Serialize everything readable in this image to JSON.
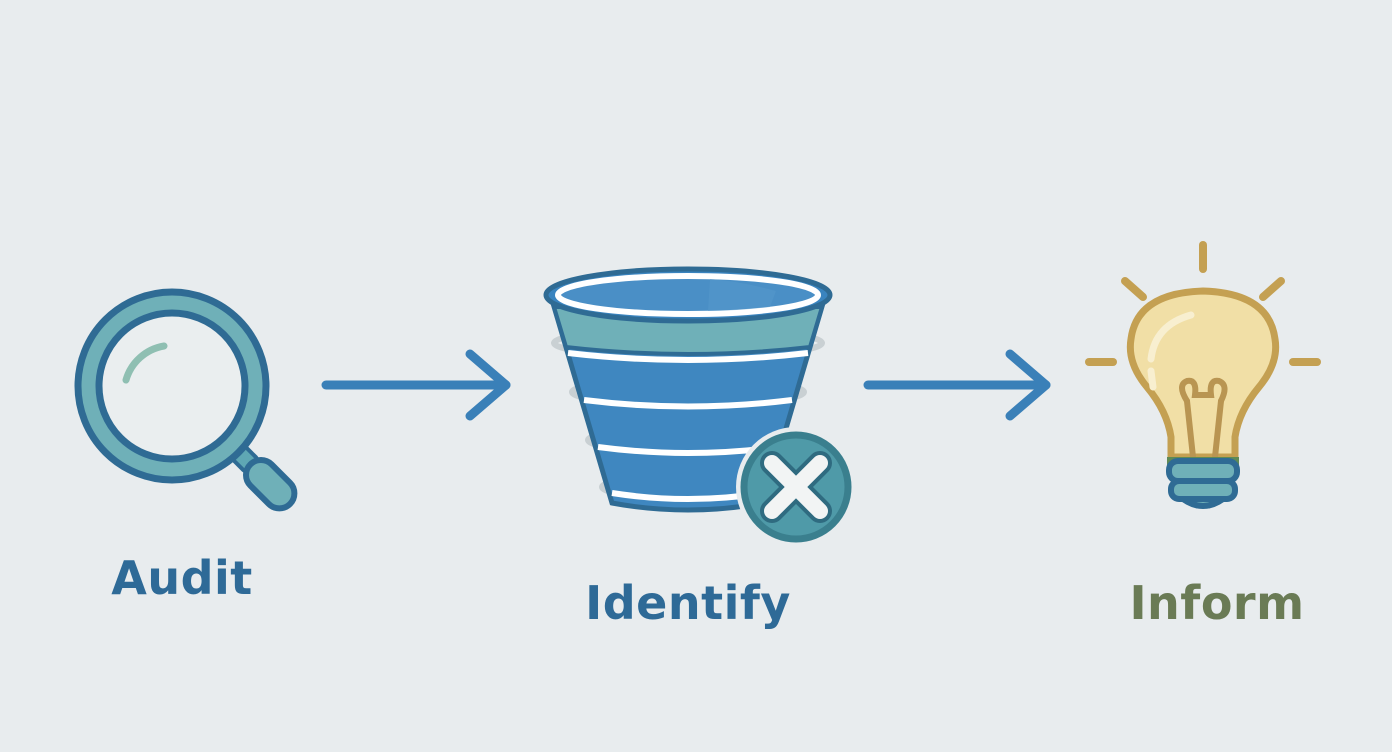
{
  "diagram": {
    "type": "process-flow",
    "background_color": "#e8ecee",
    "steps": [
      {
        "label": "Audit",
        "icon": "magnifying-glass-icon",
        "label_color": "#2e6a97"
      },
      {
        "label": "Identify",
        "icon": "funnel-with-x-icon",
        "label_color": "#2e6a97"
      },
      {
        "label": "Inform",
        "icon": "lightbulb-icon",
        "label_color": "#6a7b55"
      }
    ],
    "connectors": [
      {
        "from": "Audit",
        "to": "Identify",
        "icon": "arrow-right-icon"
      },
      {
        "from": "Identify",
        "to": "Inform",
        "icon": "arrow-right-icon"
      }
    ],
    "colors": {
      "dark_blue": "#2f6b94",
      "mid_blue": "#3f87c0",
      "teal": "#6fb0b8",
      "badge_teal": "#4f9aa8",
      "bulb_fill": "#f1dfa6",
      "bulb_outline": "#c4a052",
      "arrow": "#3a80b8"
    }
  }
}
